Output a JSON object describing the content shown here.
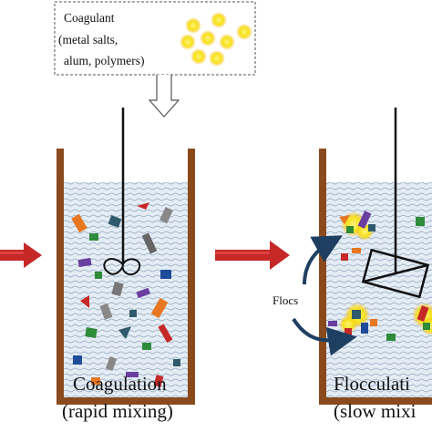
{
  "coagulant_box": {
    "line1": "Coagulant",
    "line2": "(metal salts,",
    "line3": "alum, polymers)"
  },
  "labels": {
    "flocs": "Flocs"
  },
  "stages": [
    {
      "title": "Coagulation",
      "subtitle": "(rapid mixing)"
    },
    {
      "title": "Flocculati",
      "subtitle": "(slow mixi"
    }
  ],
  "colors": {
    "tank_wall": "#8B4A1C",
    "water": "#d6e2ee",
    "arrow_red": "#c62828",
    "arrow_blue": "#1f3f62",
    "coagulant_dot": "#f5e21a",
    "coagulant_glow": "#ffb300"
  }
}
